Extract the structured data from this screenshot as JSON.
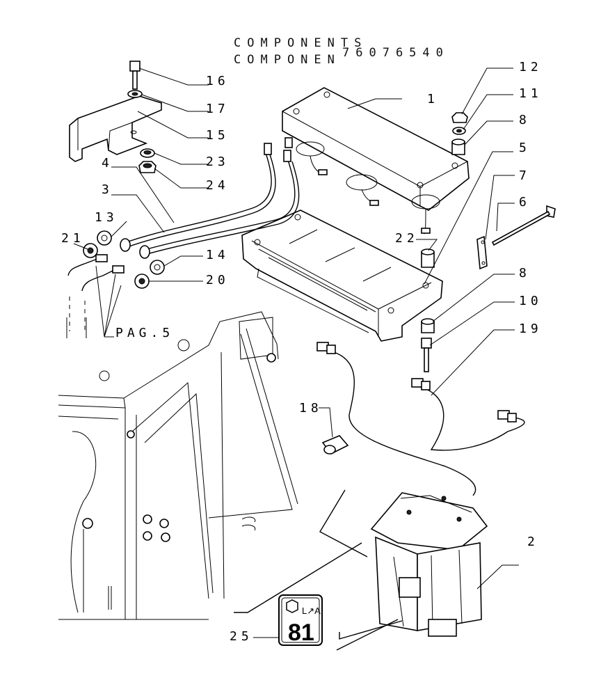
{
  "header": {
    "line1": "COMPONENTS",
    "line2": "COMPONEN",
    "code": "76076540"
  },
  "callouts": [
    {
      "id": "c1",
      "text": "1"
    },
    {
      "id": "c2",
      "text": "2"
    },
    {
      "id": "c3",
      "text": "3"
    },
    {
      "id": "c4",
      "text": "4"
    },
    {
      "id": "c5",
      "text": "5"
    },
    {
      "id": "c6",
      "text": "6"
    },
    {
      "id": "c7",
      "text": "7"
    },
    {
      "id": "c8a",
      "text": "8"
    },
    {
      "id": "c8b",
      "text": "8"
    },
    {
      "id": "c10",
      "text": "10"
    },
    {
      "id": "c11",
      "text": "11"
    },
    {
      "id": "c12",
      "text": "12"
    },
    {
      "id": "c13",
      "text": "13"
    },
    {
      "id": "c14",
      "text": "14"
    },
    {
      "id": "c15",
      "text": "15"
    },
    {
      "id": "c16",
      "text": "16"
    },
    {
      "id": "c17",
      "text": "17"
    },
    {
      "id": "c18",
      "text": "18"
    },
    {
      "id": "c19",
      "text": "19"
    },
    {
      "id": "c20",
      "text": "20"
    },
    {
      "id": "c21",
      "text": "21"
    },
    {
      "id": "c22",
      "text": "22"
    },
    {
      "id": "c23",
      "text": "23"
    },
    {
      "id": "c24",
      "text": "24"
    },
    {
      "id": "c25",
      "text": "25"
    }
  ],
  "page_ref": "PAG.5",
  "badge": {
    "number": "81",
    "mark": "L↗A"
  }
}
